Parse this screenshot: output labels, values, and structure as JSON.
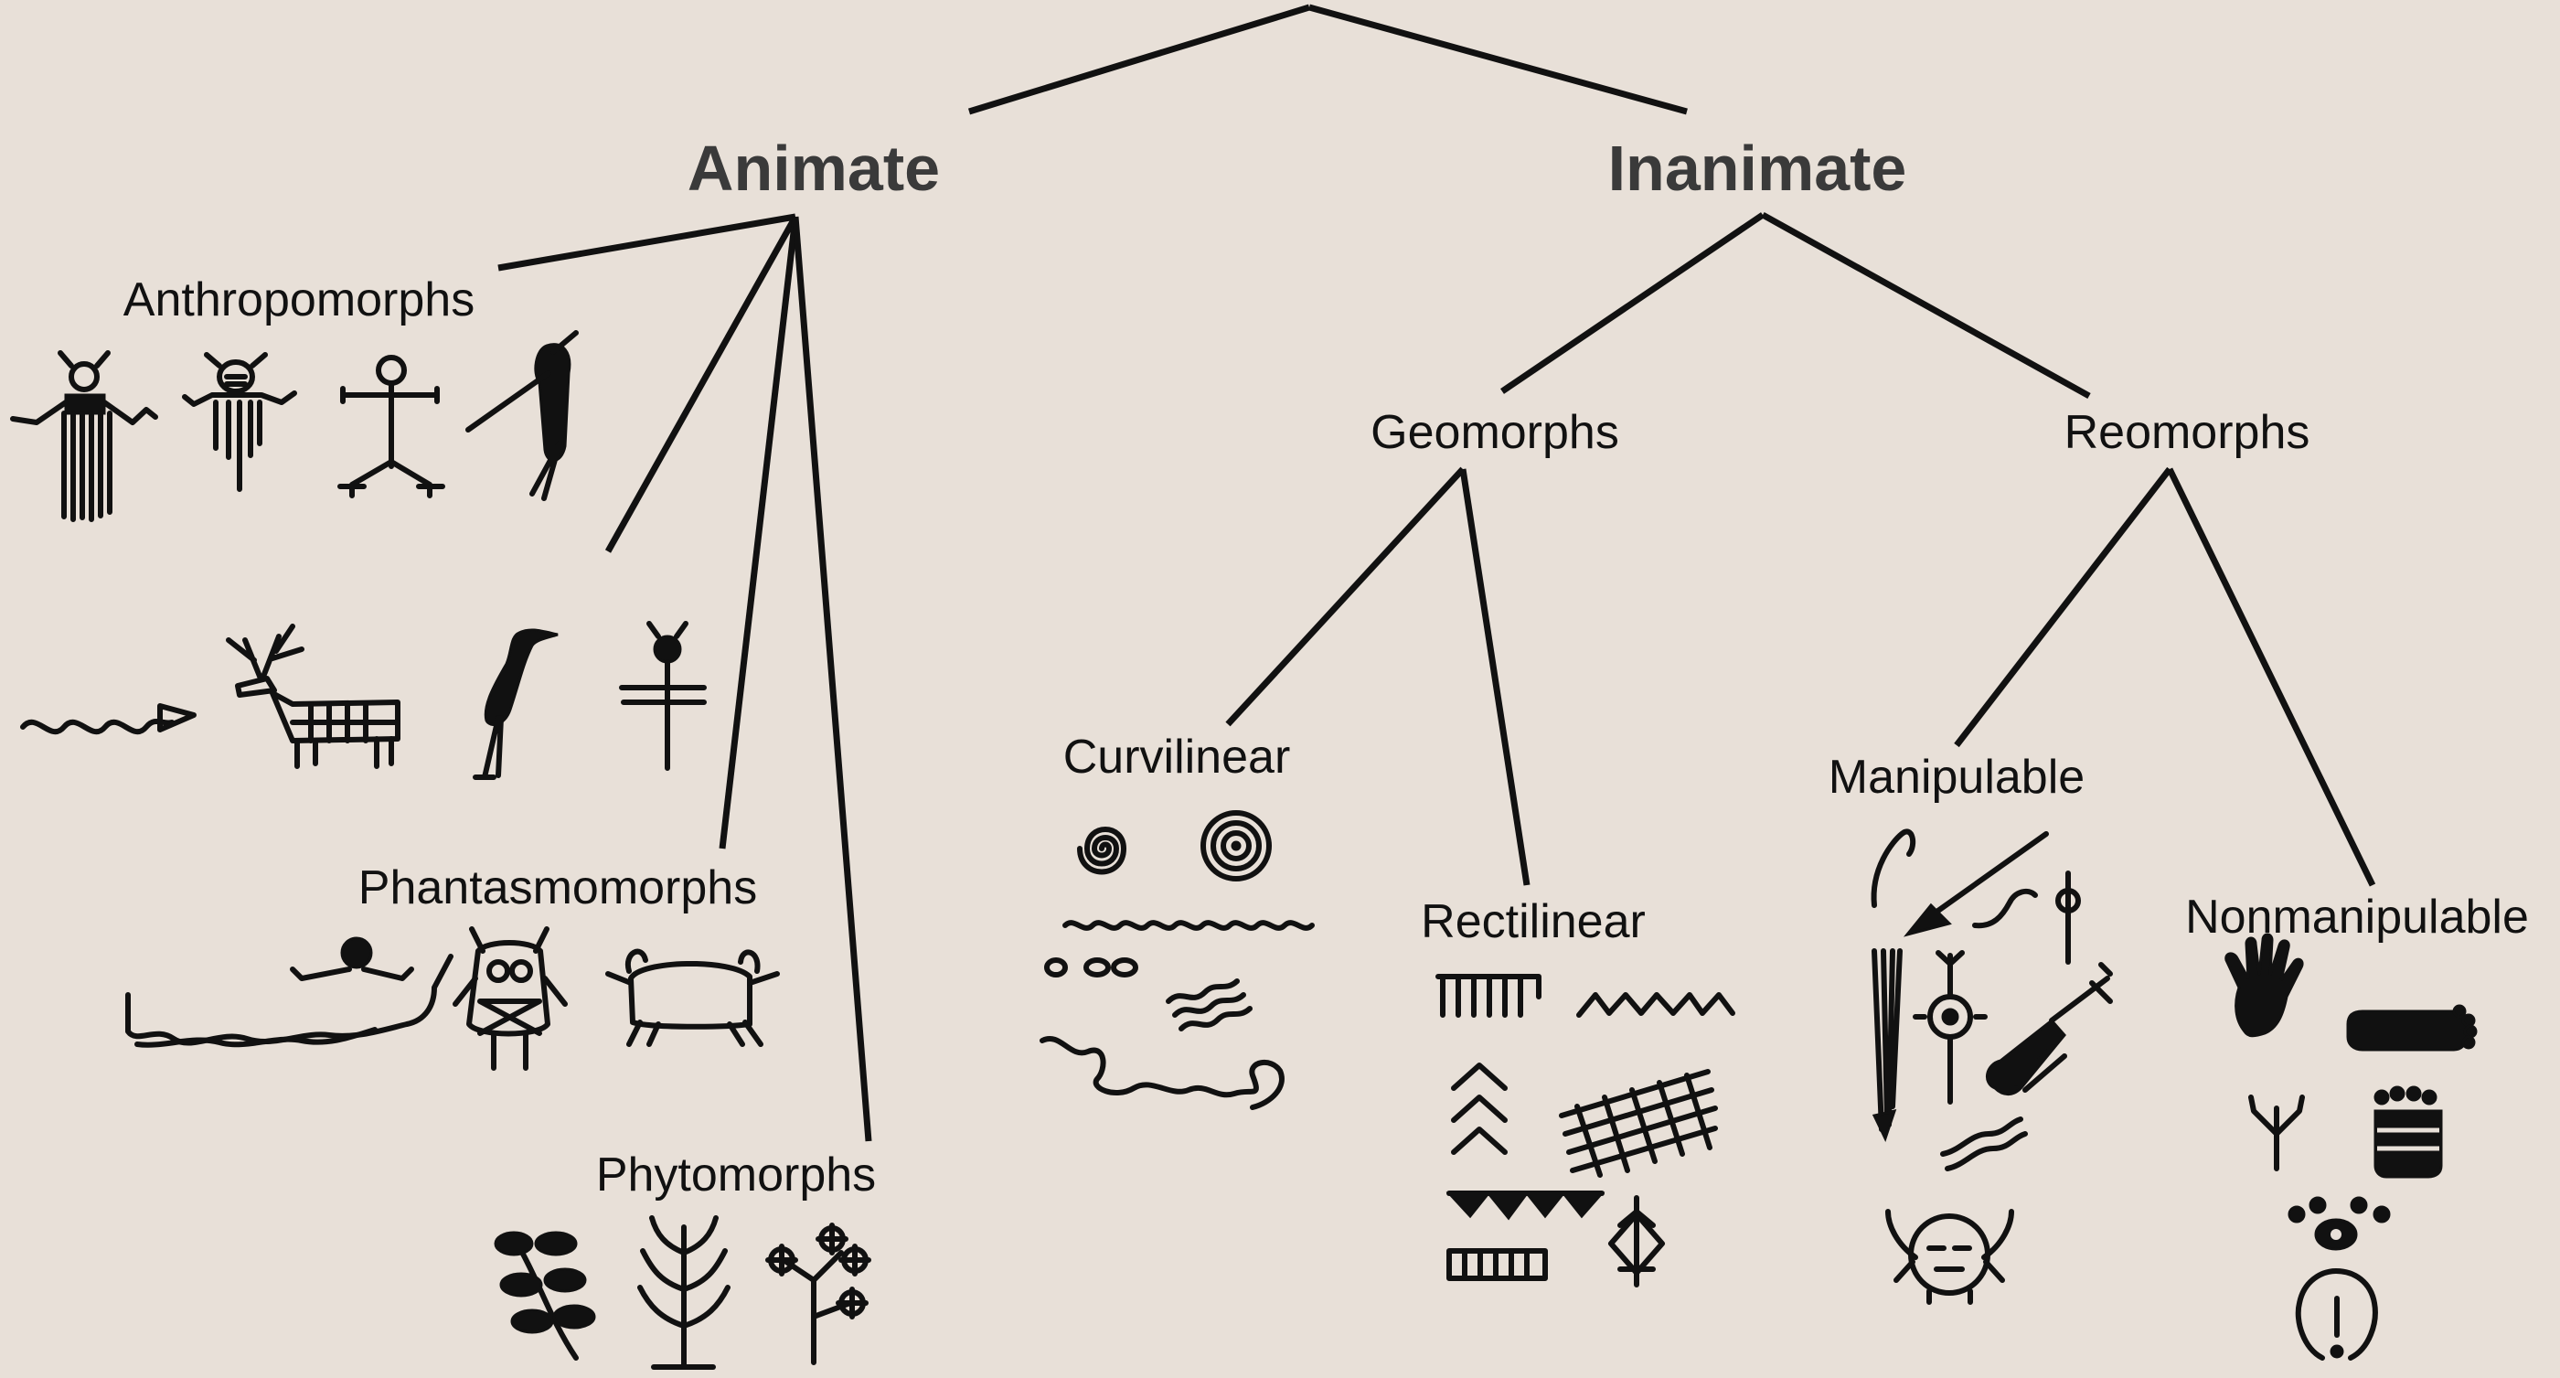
{
  "tree": {
    "level1": {
      "animate": "Animate",
      "inanimate": "Inanimate"
    },
    "animate_children": {
      "anthropomorphs": "Anthropomorphs",
      "phantasmomorphs": "Phantasmomorphs",
      "phytomorphs": "Phytomorphs"
    },
    "inanimate_children": {
      "geomorphs": "Geomorphs",
      "reomorphs": "Reomorphs"
    },
    "geomorph_children": {
      "curvilinear": "Curvilinear",
      "rectilinear": "Rectilinear"
    },
    "reomorph_children": {
      "manipulable": "Manipulable",
      "nonmanipulable": "Nonmanipulable"
    }
  },
  "colors": {
    "background": "#e8e0d8",
    "ink": "#111111",
    "heading": "#3a3a3a"
  }
}
